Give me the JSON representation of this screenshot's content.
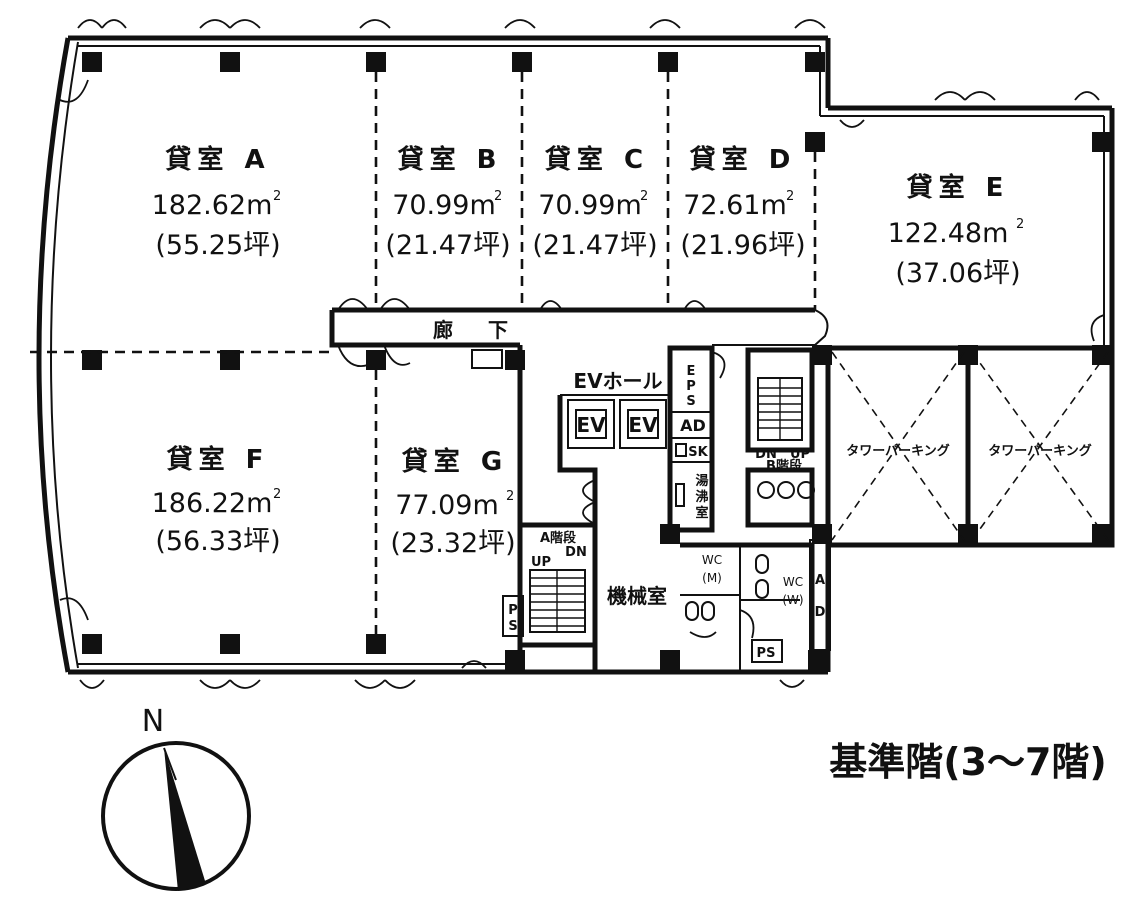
{
  "floor_title": "基準階(3〜7階)",
  "compass": {
    "label": "N"
  },
  "rooms": [
    {
      "id": "A",
      "name": "貸室 A",
      "area": "182.62m",
      "tsubo": "(55.25坪)"
    },
    {
      "id": "B",
      "name": "貸室 B",
      "area": "70.99m",
      "tsubo": "(21.47坪)"
    },
    {
      "id": "C",
      "name": "貸室 C",
      "area": "70.99m",
      "tsubo": "(21.47坪)"
    },
    {
      "id": "D",
      "name": "貸室 D",
      "area": "72.61m",
      "tsubo": "(21.96坪)"
    },
    {
      "id": "E",
      "name": "貸室 E",
      "area": "122.48m",
      "tsubo": "(37.06坪)"
    },
    {
      "id": "F",
      "name": "貸室 F",
      "area": "186.22m",
      "tsubo": "(56.33坪)"
    },
    {
      "id": "G",
      "name": "貸室 G",
      "area": "77.09m",
      "tsubo": "(23.32坪)"
    }
  ],
  "area_superscript": "2",
  "corridor": {
    "char1": "廊",
    "char2": "下"
  },
  "ev_hall": "EVホール",
  "ev": [
    "EV",
    "EV"
  ],
  "eps": [
    "E",
    "P",
    "S"
  ],
  "ad_labels": {
    "top": "AD",
    "right": [
      "A",
      "D"
    ]
  },
  "sk": "SK",
  "kettle_room": [
    "湯",
    "沸",
    "室"
  ],
  "machine_room": "機械室",
  "stair_a": {
    "name": "A階段",
    "up": "UP",
    "dn": "DN"
  },
  "stair_b": {
    "name": "B階段",
    "up": "UP",
    "dn": "DN"
  },
  "ps_left": [
    "P",
    "S"
  ],
  "ps_bottom": "PS",
  "wc_m": [
    "WC",
    "(M)"
  ],
  "wc_w": [
    "WC",
    "(W)"
  ],
  "parking": [
    "タワーパーキング",
    "タワーパーキング"
  ]
}
